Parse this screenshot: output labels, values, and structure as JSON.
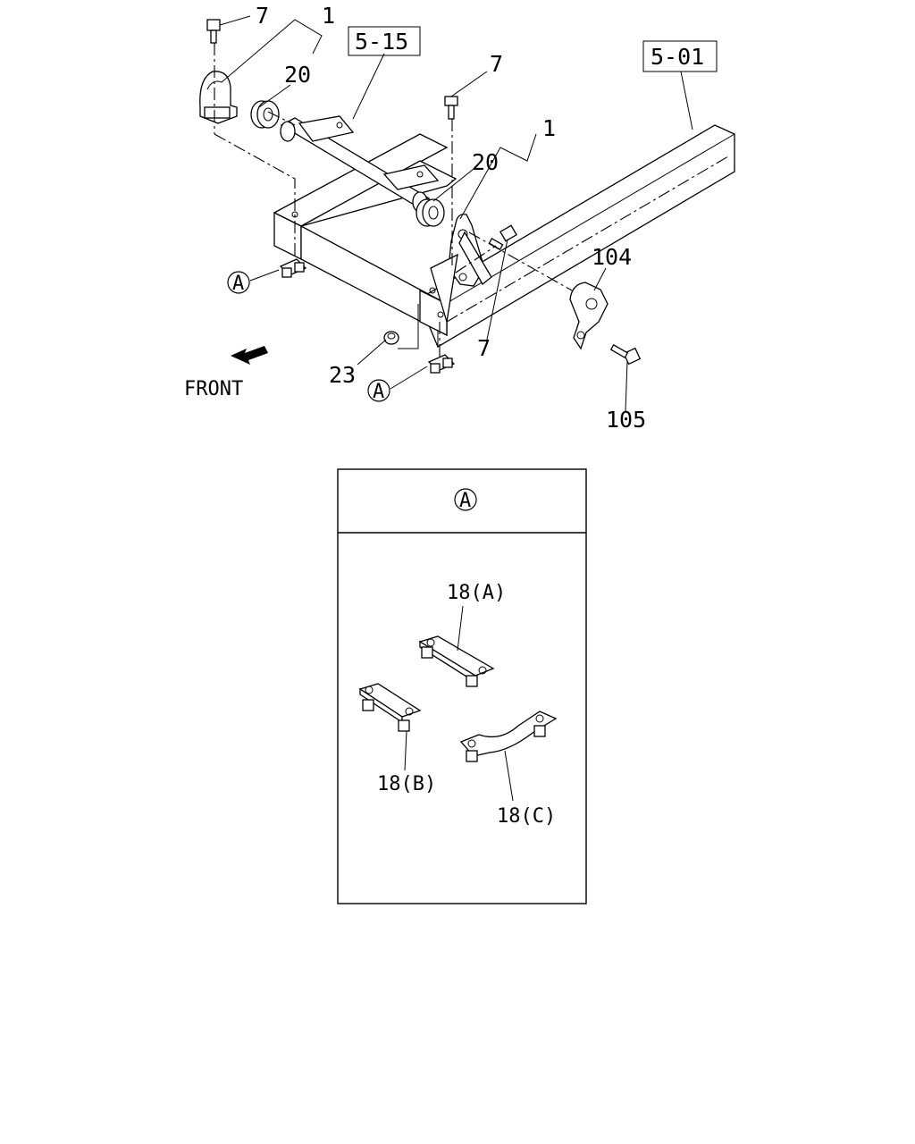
{
  "diagram": {
    "callouts": {
      "c7_top_left": "7",
      "c1_top": "1",
      "c20_left": "20",
      "ref_5_15": "5-15",
      "c7_mid": "7",
      "ref_5_01": "5-01",
      "c1_right": "1",
      "c20_right": "20",
      "c104": "104",
      "c7_lower": "7",
      "c23": "23",
      "c105": "105",
      "detail_a_left": "A",
      "detail_a_bottom": "A"
    },
    "front_label": "FRONT"
  },
  "detail": {
    "header_marker": "A",
    "parts": {
      "p18a": "18(A)",
      "p18b": "18(B)",
      "p18c": "18(C)"
    }
  }
}
